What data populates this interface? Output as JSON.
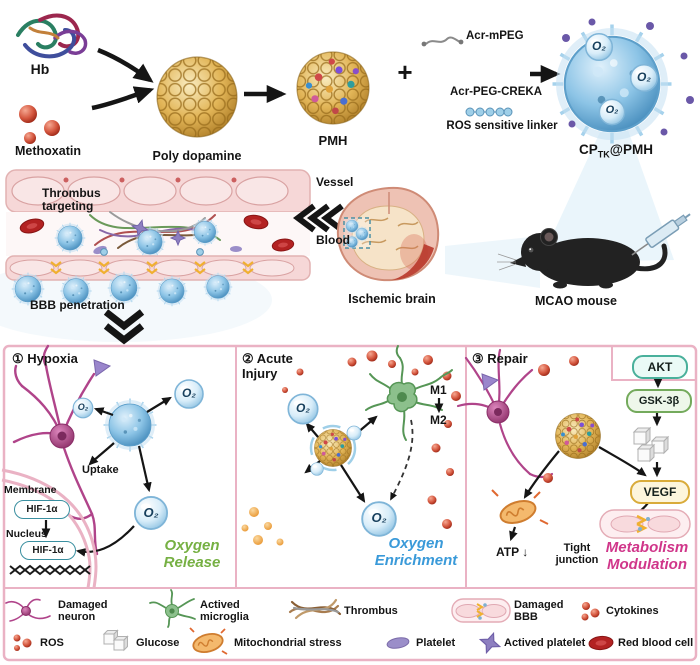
{
  "o2": "O₂",
  "colors": {
    "oxygen_release": "#76b043",
    "oxygen_enrichment": "#3a9ad9",
    "metabolism_modulation": "#d0368a",
    "accent_pink": "#eab2c4"
  },
  "top": {
    "hb": "Hb",
    "methoxatin": "Methoxatin",
    "poly_dopamine": "Poly dopamine",
    "pmh": "PMH",
    "plus": "+",
    "acr_mpeg": "Acr-mPEG",
    "acr_peg_creka": "Acr-PEG-CREKA",
    "ros_linker": "ROS sensitive linker",
    "cp_main": "CP",
    "cp_sub": "TK",
    "cp_rest": "@PMH"
  },
  "middle": {
    "vessel": "Vessel",
    "blood": "Blood",
    "thrombus_targeting": "Thrombus targeting",
    "bbb_penetration": "BBB penetration",
    "ischemic_brain": "Ischemic brain",
    "mcao_mouse": "MCAO mouse"
  },
  "panel1": {
    "title": "① Hypoxia",
    "uptake": "Uptake",
    "membrane": "Membrane",
    "nucleus": "Nucleus",
    "hif": "HIF-1α",
    "tagline": "Oxygen Release"
  },
  "panel2": {
    "title": "② Acute Injury",
    "m1": "M1",
    "m2": "M2",
    "tagline": "Oxygen Enrichment"
  },
  "panel3": {
    "title": "③ Repair",
    "akt": "AKT",
    "gsk": "GSK-3β",
    "vegf": "VEGF",
    "atp": "ATP ↓",
    "tight_junction": "Tight junction",
    "tagline": "Metabolism Modulation"
  },
  "legend": {
    "row1": [
      {
        "label": "Damaged neuron"
      },
      {
        "label": "Actived microglia"
      },
      {
        "label": "Thrombus"
      },
      {
        "label": "Damaged BBB"
      },
      {
        "label": "Cytokines"
      }
    ],
    "row2": [
      {
        "label": "ROS"
      },
      {
        "label": "Glucose"
      },
      {
        "label": "Mitochondrial stress"
      },
      {
        "label": "Platelet"
      },
      {
        "label": "Actived platelet"
      },
      {
        "label": "Red blood cell"
      }
    ]
  }
}
